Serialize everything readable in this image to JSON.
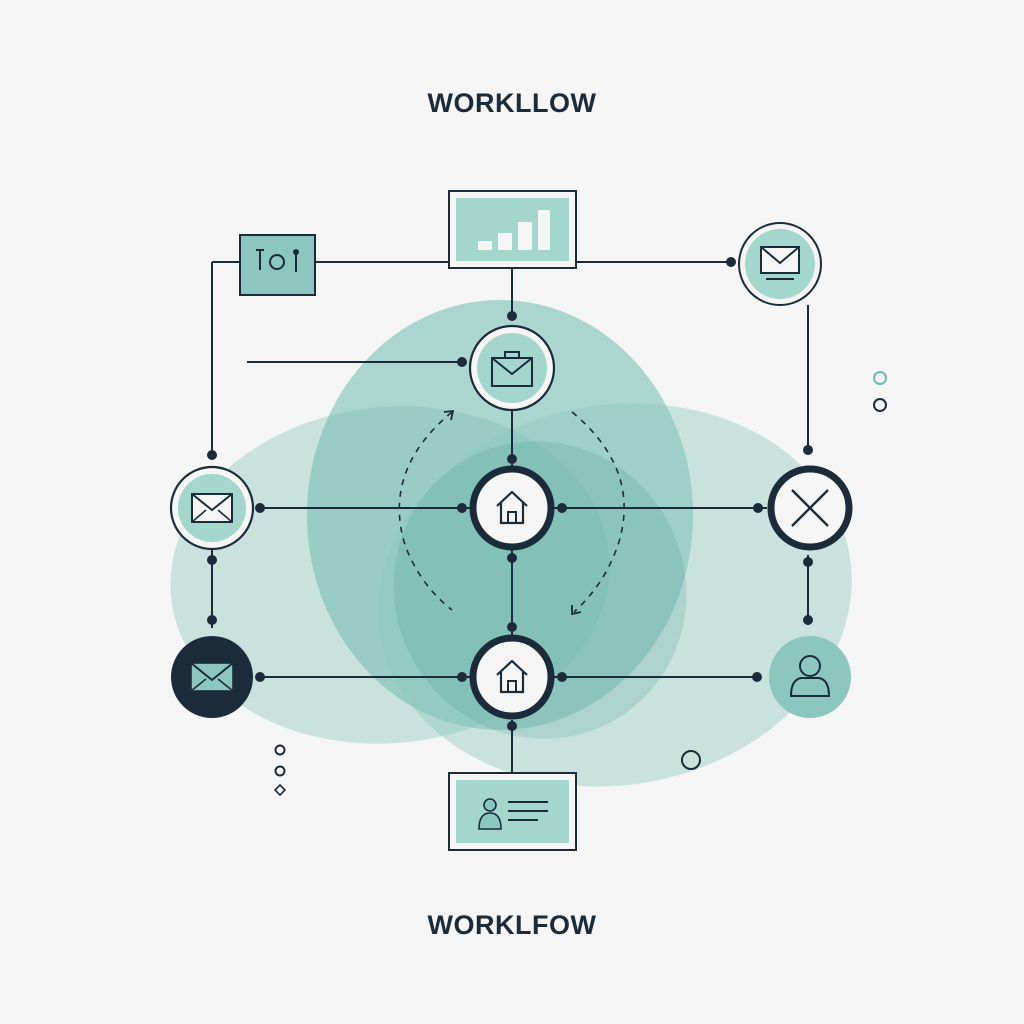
{
  "titles": {
    "top": "WORKLLOW",
    "bottom": "WORKLFOW"
  },
  "colors": {
    "background": "#f4f5f4",
    "ink": "#1c2b3a",
    "teal_light": "#8cc7bf",
    "teal_mid": "#5aaca3",
    "panel_fill": "#a3d6cd",
    "title": "#1c2b3a"
  },
  "nodes": [
    {
      "id": "chart-panel",
      "shape": "rect",
      "icon": "bar-chart-icon"
    },
    {
      "id": "settings-panel",
      "shape": "rect",
      "icon": "settings-toggle-icon"
    },
    {
      "id": "mail-node-top-right",
      "shape": "circle",
      "icon": "envelope-icon"
    },
    {
      "id": "mail-node-center",
      "shape": "circle",
      "icon": "envelope-icon"
    },
    {
      "id": "mail-node-left",
      "shape": "circle",
      "icon": "envelope-icon"
    },
    {
      "id": "home-node-center",
      "shape": "circle",
      "icon": "house-icon"
    },
    {
      "id": "close-node-right",
      "shape": "circle",
      "icon": "close-icon"
    },
    {
      "id": "mail-node-dark",
      "shape": "circle",
      "icon": "envelope-icon"
    },
    {
      "id": "home-node-bottom",
      "shape": "circle",
      "icon": "house-icon"
    },
    {
      "id": "user-node-right",
      "shape": "circle",
      "icon": "user-icon"
    },
    {
      "id": "profile-card",
      "shape": "rect",
      "icon": "profile-card-icon"
    }
  ]
}
